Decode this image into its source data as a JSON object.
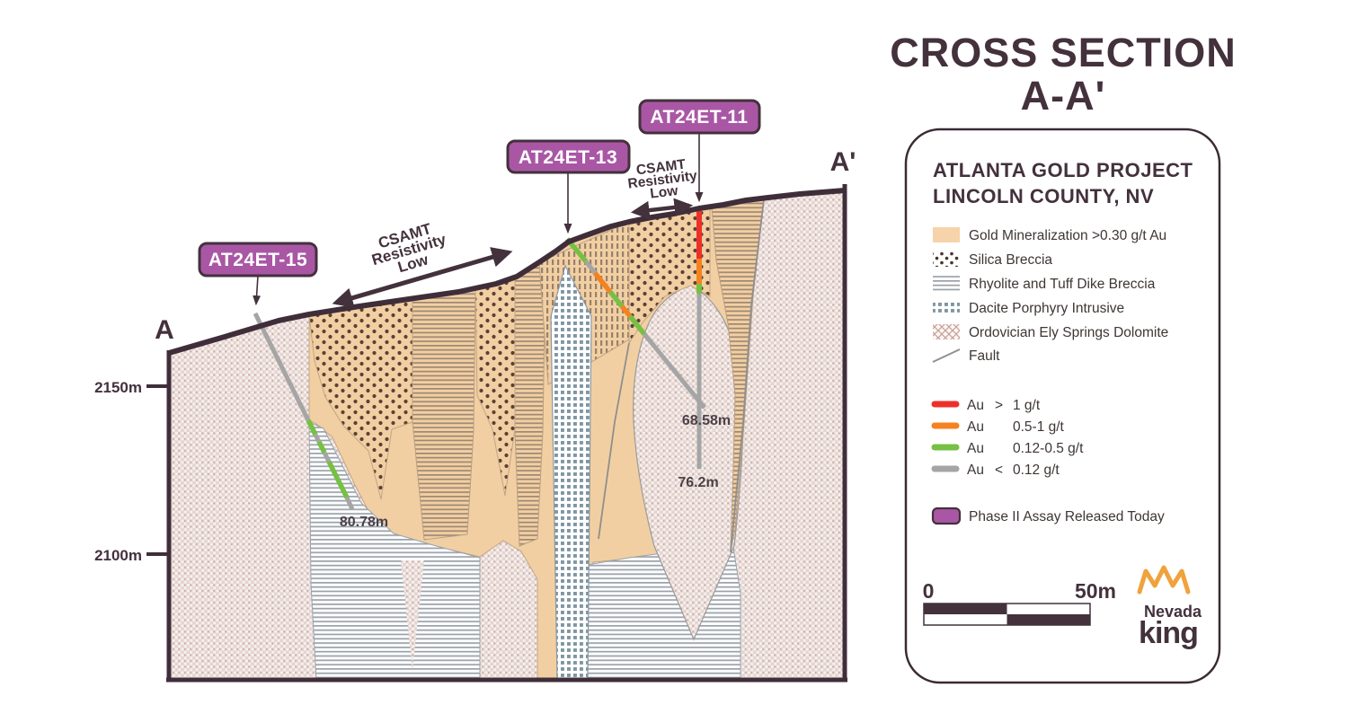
{
  "title": {
    "line1": "CROSS SECTION",
    "line2": "A-A'"
  },
  "section": {
    "label_a": "A",
    "label_a_prime": "A'",
    "elevation_ticks": [
      {
        "label": "2150m"
      },
      {
        "label": "2100m"
      }
    ],
    "csamt_long": {
      "line1": "CSAMT",
      "line2": "Resistivity",
      "line3": "Low"
    },
    "csamt_short": {
      "line1": "CSAMT",
      "line2": "Resistivity",
      "line3": "Low"
    },
    "drill_holes": [
      {
        "name": "AT24ET-15",
        "eoh": "80.78m",
        "downhole_grade_sequence": [
          "gray",
          "green",
          "gray",
          "green",
          "gray",
          "green",
          "gray"
        ]
      },
      {
        "name": "AT24ET-13",
        "eoh": "68.58m",
        "downhole_grade_sequence": [
          "green",
          "gray",
          "orange",
          "green",
          "orange",
          "green",
          "gray"
        ]
      },
      {
        "name": "AT24ET-11",
        "eoh": "76.2m",
        "downhole_grade_sequence": [
          "red",
          "orange",
          "green",
          "gray"
        ]
      }
    ]
  },
  "panel": {
    "header_line1": "ATLANTA GOLD PROJECT",
    "header_line2": "LINCOLN COUNTY, NV",
    "legend": [
      {
        "label": "Gold Mineralization >0.30 g/t Au",
        "pattern": "gold-solid"
      },
      {
        "label": "Silica Breccia",
        "pattern": "brown-dots"
      },
      {
        "label": "Rhyolite and Tuff Dike Breccia",
        "pattern": "gray-horizontal-stripes"
      },
      {
        "label": "Dacite Porphyry Intrusive",
        "pattern": "blue-gray-squares"
      },
      {
        "label": "Ordovician Ely Springs Dolomite",
        "pattern": "pink-lattice"
      },
      {
        "label": "Fault",
        "pattern": "gray-line"
      }
    ],
    "au_grades": [
      {
        "au": "Au",
        "rel": ">",
        "val": "1 g/t",
        "color": "#ed312a"
      },
      {
        "au": "Au",
        "rel": "",
        "val": "0.5-1 g/t",
        "color": "#f5821f"
      },
      {
        "au": "Au",
        "rel": "",
        "val": "0.12-0.5 g/t",
        "color": "#76c043"
      },
      {
        "au": "Au",
        "rel": "<",
        "val": "0.12 g/t",
        "color": "#a5a5a5"
      }
    ],
    "phase_label": "Phase II Assay Released Today",
    "phase_color": "#a957a5",
    "scale": {
      "start": "0",
      "end": "50m"
    },
    "logo": {
      "line1": "Nevada",
      "line2": "king",
      "crown_color": "#f0a23c"
    }
  },
  "colors": {
    "dark": "#43313c",
    "hole_label_purple": "#a957a5",
    "gold_zone_tan": "#f2cfa2",
    "dolomite_pink": "#e4d5d1",
    "au_red": "#ed312a",
    "au_orange": "#f5821f",
    "au_green": "#76c043",
    "au_gray": "#a5a5a5",
    "fault_gray": "#8f8f8f",
    "crown_orange": "#f0a23c"
  }
}
